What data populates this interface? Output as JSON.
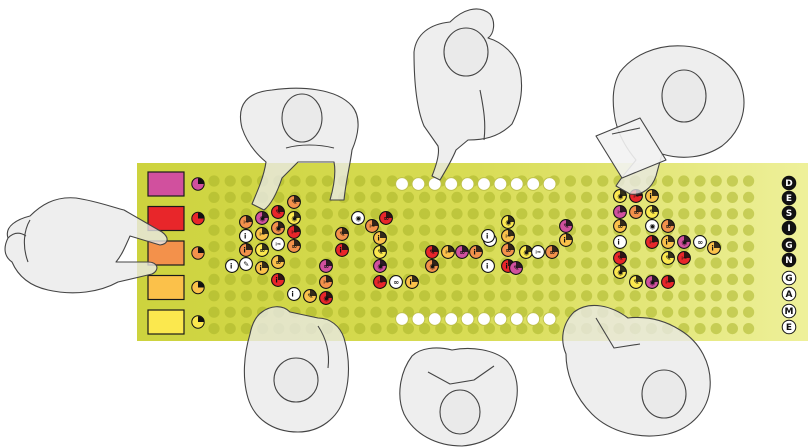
{
  "game": {
    "brand_letters": [
      "D",
      "E",
      "S",
      "I",
      "G",
      "N",
      "G",
      "A",
      "M",
      "E"
    ],
    "lanes": [
      {
        "name": "magenta",
        "color": "#d1509e"
      },
      {
        "name": "red",
        "color": "#e8262a"
      },
      {
        "name": "orange",
        "color": "#f3914b"
      },
      {
        "name": "amber",
        "color": "#fbc14a"
      },
      {
        "name": "yellow",
        "color": "#fbe84e"
      }
    ],
    "colors": {
      "board": "#c9cf3e",
      "board_light": "#e6e96e",
      "hole": "#a9b52a",
      "token_black": "#111111",
      "token_white": "#ffffff",
      "figure_fill": "#e6e6e6",
      "figure_stroke": "#555555"
    },
    "token_icons": [
      "scissors-icon",
      "chain-icon",
      "info-icon",
      "pencil-icon",
      "eye-icon"
    ]
  }
}
